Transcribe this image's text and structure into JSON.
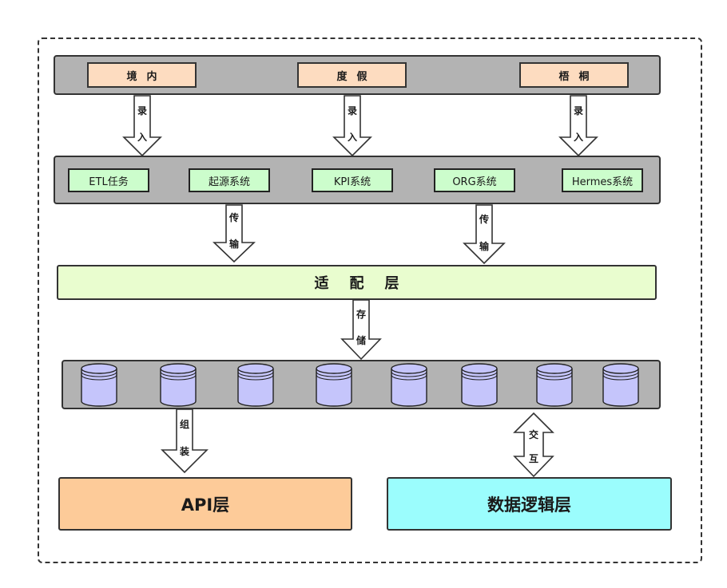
{
  "sources": [
    "境内",
    "度假",
    "梧桐"
  ],
  "systems": [
    "ETL任务",
    "起源系统",
    "KPI系统",
    "ORG系统",
    "Hermes系统"
  ],
  "arrows": {
    "input_top": "录",
    "input_bottom": "入",
    "transfer_top": "传",
    "transfer_bottom": "输",
    "store_top": "存",
    "store_bottom": "储",
    "assemble_top": "组",
    "assemble_bottom": "装",
    "interact_top": "交",
    "interact_bottom": "互"
  },
  "adapter_layer": "适配层",
  "api_layer": "API层",
  "logic_layer": "数据逻辑层",
  "database_count": 8,
  "colors": {
    "source_fill": "#fddcc0",
    "system_fill": "#ccfdcc",
    "adapter_fill": "#e9fdcf",
    "db_fill": "#c5c5fb",
    "api_fill": "#fdcb99",
    "logic_fill": "#9bfdfd",
    "bar_fill": "#b3b3b3"
  }
}
